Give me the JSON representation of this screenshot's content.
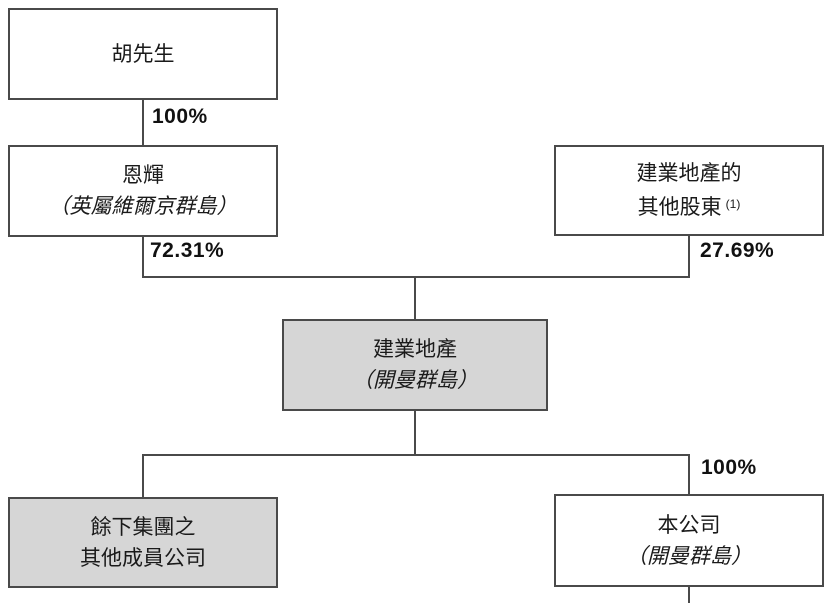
{
  "theme": {
    "line_color": "#4a4a4a",
    "gray_fill": "#d6d6d6",
    "background": "#ffffff",
    "text_color": "#1a1a1a"
  },
  "nodes": {
    "mr_hu": {
      "line1": "胡先生"
    },
    "enhui": {
      "line1": "恩輝",
      "line2": "（英屬維爾京群島）"
    },
    "other_shareholders": {
      "line1": "建業地產的",
      "line2": "其他股東",
      "note": "(1)"
    },
    "jianye": {
      "line1": "建業地產",
      "line2": "（開曼群島）"
    },
    "remaining_group": {
      "line1": "餘下集團之",
      "line2": "其他成員公司"
    },
    "company": {
      "line1": "本公司",
      "line2": "（開曼群島）"
    }
  },
  "ownership_labels": {
    "hu_to_enhui": "100%",
    "enhui_to_jianye": "72.31%",
    "others_to_jianye": "27.69%",
    "jianye_to_company": "100%"
  }
}
